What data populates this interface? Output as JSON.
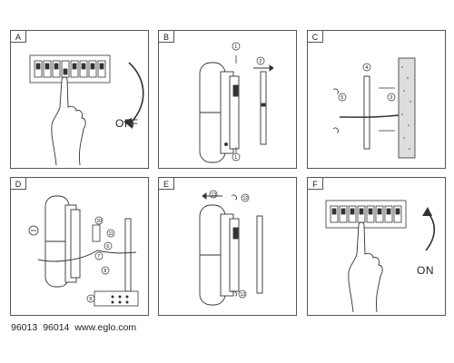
{
  "panels": [
    {
      "label": "A",
      "caption": "OFF"
    },
    {
      "label": "B",
      "caption": ""
    },
    {
      "label": "C",
      "caption": ""
    },
    {
      "label": "D",
      "caption": ""
    },
    {
      "label": "E",
      "caption": ""
    },
    {
      "label": "F",
      "caption": "ON"
    }
  ],
  "step_numbers": [
    "1",
    "2",
    "3",
    "4",
    "5",
    "6",
    "7",
    "8",
    "9",
    "10",
    "11",
    "12",
    "13"
  ],
  "footer": {
    "model_a": "96013",
    "model_b": "96014",
    "website": "www.eglo.com"
  },
  "colors": {
    "line": "#333333",
    "border": "#555555",
    "fill": "#ffffff",
    "wall": "#dddddd"
  }
}
